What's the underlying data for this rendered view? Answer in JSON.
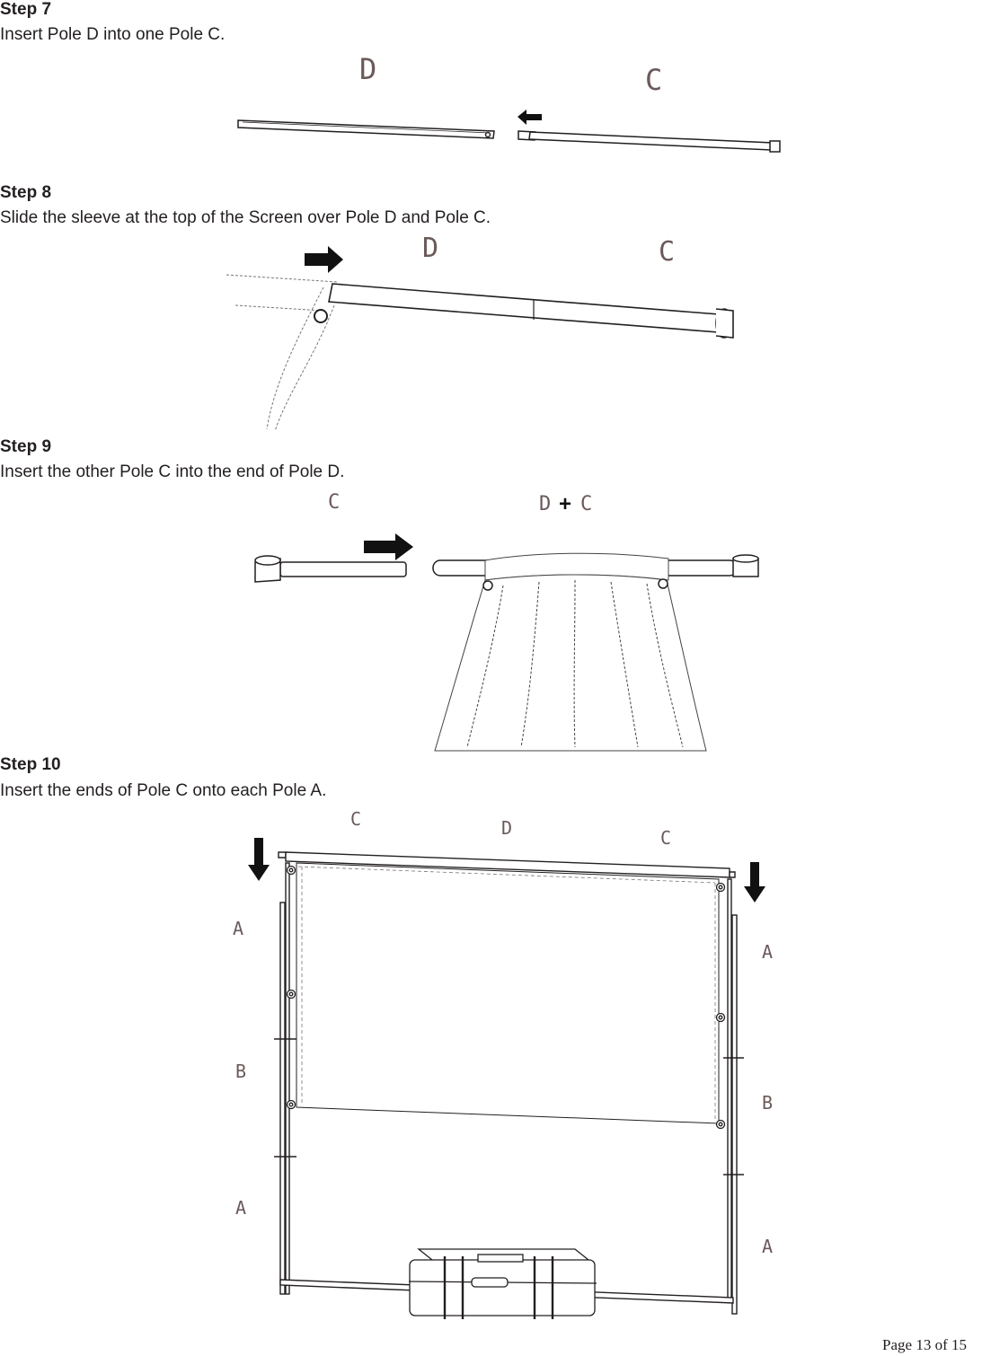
{
  "steps": [
    {
      "title": "Step 7",
      "text": "Insert Pole D into one Pole C.",
      "labels": {
        "d": "D",
        "c": "C"
      }
    },
    {
      "title": "Step 8",
      "text": "Slide the sleeve at the top of the Screen over Pole D and Pole C.",
      "labels": {
        "d": "D",
        "c": "C"
      }
    },
    {
      "title": "Step 9",
      "text": "Insert the other Pole C into the end of Pole D.",
      "labels": {
        "c": "C",
        "d": "D",
        "plus": "+",
        "c2": "C"
      }
    },
    {
      "title": "Step 10",
      "text": "Insert the ends of Pole C onto each Pole A.",
      "labels": {
        "c_left": "C",
        "d": "D",
        "c_right": "C",
        "a_left_top": "A",
        "b_left": "B",
        "a_left_bottom": "A",
        "a_right_top": "A",
        "b_right": "B",
        "a_right_bottom": "A"
      }
    }
  ],
  "footer": {
    "page_label": "Page 13 of  15"
  }
}
